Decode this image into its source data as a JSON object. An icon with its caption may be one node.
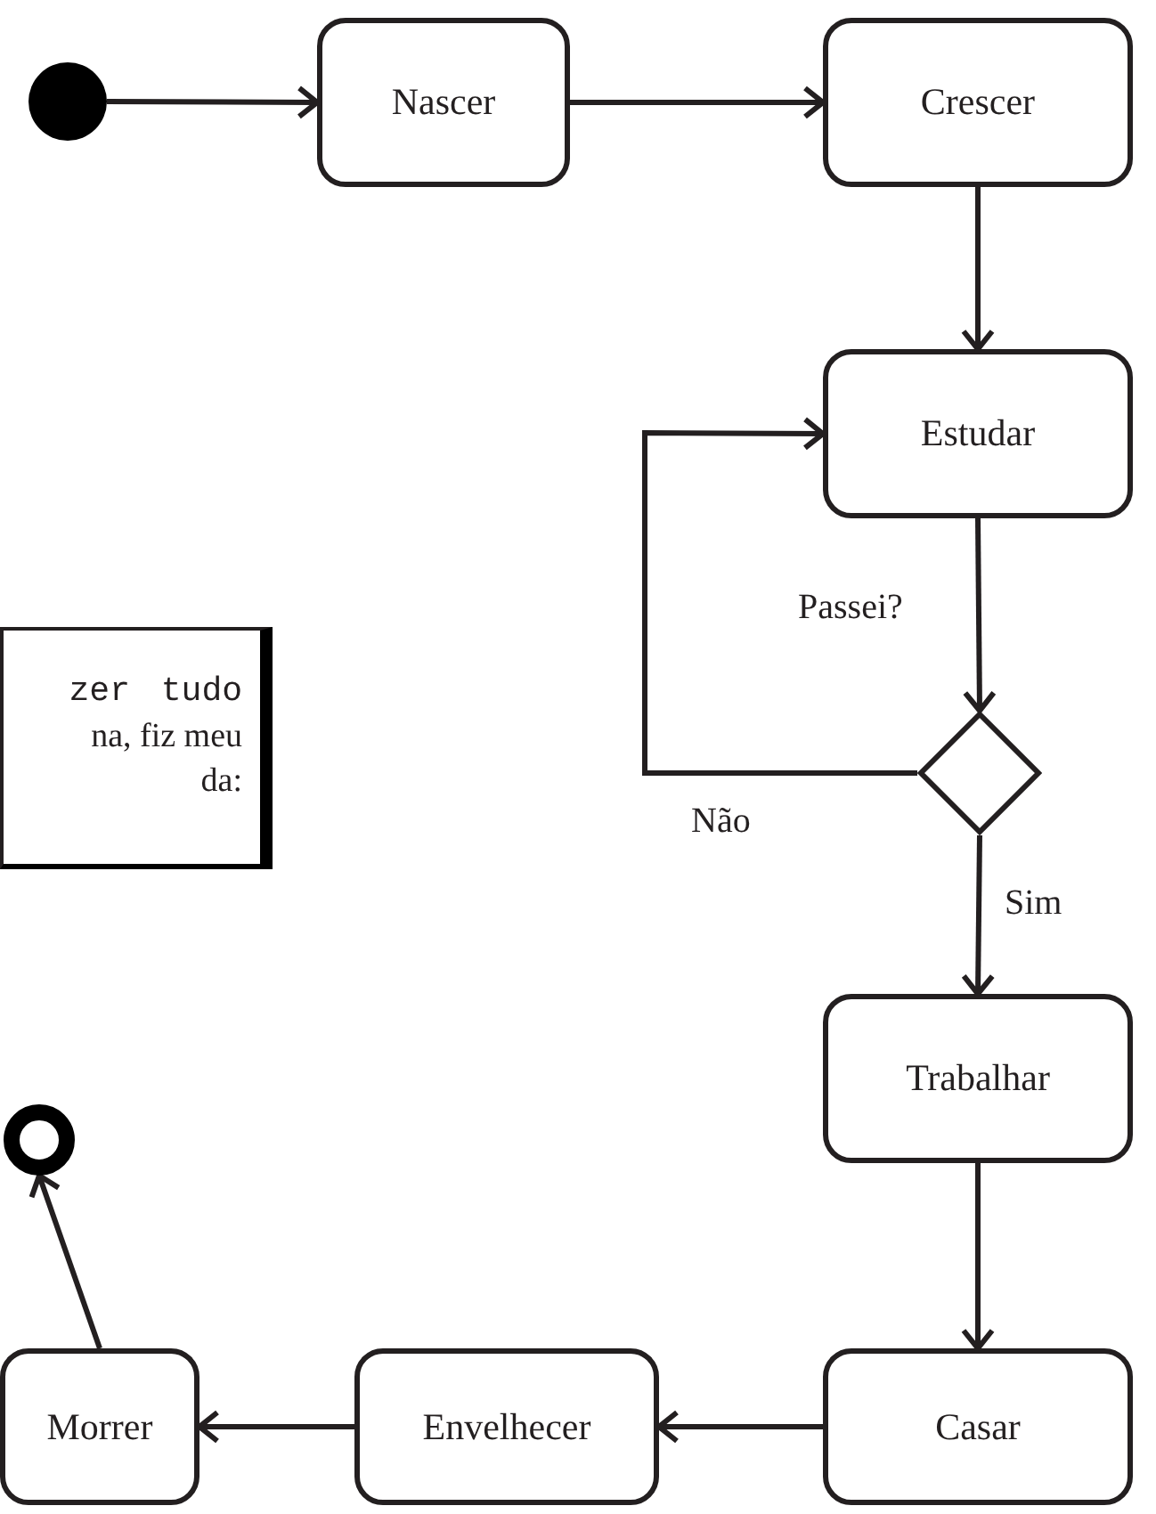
{
  "diagram": {
    "nodes": [
      {
        "text": [],
        "shape": "circle"
      },
      {
        "text": [
          "Nascer"
        ]
      },
      {
        "text": [
          "Crescer"
        ]
      },
      {
        "text": [
          "Estudar"
        ]
      },
      {
        "text": [
          "zer tudo",
          "na, fiz meu",
          "da:"
        ]
      },
      {
        "text": [],
        "shape": "diamond"
      },
      {
        "text": [
          "Trabalhar"
        ]
      },
      {
        "text": [],
        "shape": "circle"
      },
      {
        "text": [
          "Morrer"
        ]
      },
      {
        "text": [
          "Envelhecer"
        ]
      },
      {
        "text": [
          "Casar"
        ]
      }
    ],
    "edges": [
      {
        "from": 0,
        "to": 1,
        "arrow": "to"
      },
      {
        "from": 1,
        "to": 2,
        "arrow": "to"
      },
      {
        "from": 2,
        "to": 3,
        "arrow": "to"
      },
      {
        "from": 3,
        "to": 5,
        "arrow": "to",
        "label": "Passei?"
      },
      {
        "from": 5,
        "to": 3,
        "arrow": "to",
        "label": "Não"
      },
      {
        "from": 5,
        "to": 6,
        "arrow": "to",
        "label": "Sim"
      },
      {
        "from": 6,
        "to": 10,
        "arrow": "to"
      },
      {
        "from": 10,
        "to": 9,
        "arrow": "to"
      },
      {
        "from": 9,
        "to": 8,
        "arrow": "to"
      },
      {
        "from": 8,
        "to": 7,
        "arrow": "to"
      }
    ]
  }
}
